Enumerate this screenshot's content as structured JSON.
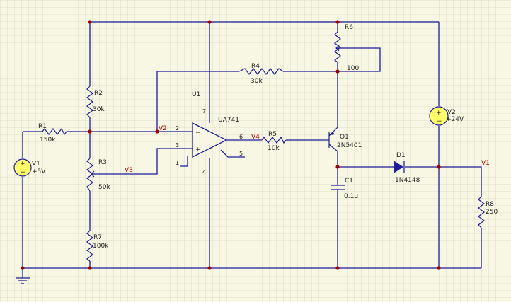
{
  "colors": {
    "background": "#f7f7e3",
    "grid": "#c9c9b2",
    "wire": "#1c1c9c",
    "junction": "#a00000",
    "net_label": "#c00000",
    "source_fill": "#ffff66"
  },
  "components": {
    "r1": {
      "ref": "R1",
      "value": "150k"
    },
    "r2": {
      "ref": "R2",
      "value": "30k"
    },
    "r3": {
      "ref": "R3",
      "value": "50k"
    },
    "r4": {
      "ref": "R4",
      "value": "30k"
    },
    "r5": {
      "ref": "R5",
      "value": "10k"
    },
    "r6": {
      "ref": "R6",
      "value": "100"
    },
    "r7": {
      "ref": "R7",
      "value": "100k"
    },
    "r8": {
      "ref": "R8",
      "value": "250"
    },
    "u1": {
      "ref": "U1",
      "value": "UA741"
    },
    "q1": {
      "ref": "Q1",
      "value": "2N5401"
    },
    "c1": {
      "ref": "C1",
      "value": "0.1u"
    },
    "d1": {
      "ref": "D1",
      "value": "1N4148"
    },
    "v1": {
      "ref": "V1",
      "value": "+5V"
    },
    "v2": {
      "ref": "V2",
      "value": "+24V"
    }
  },
  "nets": {
    "v1": "V1",
    "v2": "V2",
    "v3": "V3",
    "v4": "V4"
  },
  "pins": {
    "u1_in_inv": "2",
    "u1_in_noninv": "3",
    "u1_offset1": "1",
    "u1_vplus": "7",
    "u1_vminus": "4",
    "u1_out": "6",
    "u1_offset2": "5"
  },
  "symbols": {
    "plus": "+",
    "minus": "−"
  }
}
